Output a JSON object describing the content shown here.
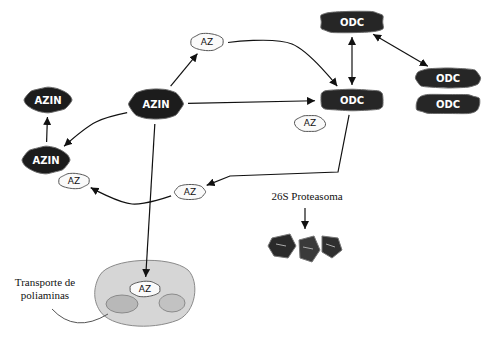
{
  "diagram": {
    "nodes": [
      {
        "text": [
          "AZIN"
        ]
      },
      {
        "text": [
          "AZ"
        ]
      },
      {
        "text": [
          "AZIN"
        ]
      },
      {
        "text": [
          "ODC"
        ]
      },
      {
        "text": [
          "ODC"
        ]
      },
      {
        "text": [
          "ODC"
        ]
      },
      {
        "text": [
          "ODC"
        ]
      },
      {
        "text": [
          "AZ"
        ]
      },
      {
        "text": [
          "AZIN"
        ]
      },
      {
        "text": [
          "AZ"
        ]
      },
      {
        "text": [
          "AZ"
        ]
      },
      {
        "text": [
          "AZ"
        ]
      }
    ],
    "edges": [
      {
        "from": 2,
        "to": 1,
        "arrow": "to"
      },
      {
        "from": 1,
        "to": 6,
        "arrow": "to"
      },
      {
        "from": 3,
        "to": 6,
        "arrow": "both"
      },
      {
        "from": 3,
        "to": 4,
        "arrow": "both"
      },
      {
        "from": 2,
        "to": 6,
        "arrow": "to"
      },
      {
        "from": 6,
        "to": 10,
        "arrow": "to"
      },
      {
        "from": 2,
        "to": 8,
        "arrow": "to"
      },
      {
        "from": 10,
        "to": 9,
        "arrow": "to"
      },
      {
        "from": 8,
        "to": 0,
        "arrow": "to"
      },
      {
        "from": 2,
        "to": 11,
        "arrow": "to"
      }
    ],
    "labels": [
      "26S Proteasoma",
      "Transporte de poliaminas"
    ]
  }
}
